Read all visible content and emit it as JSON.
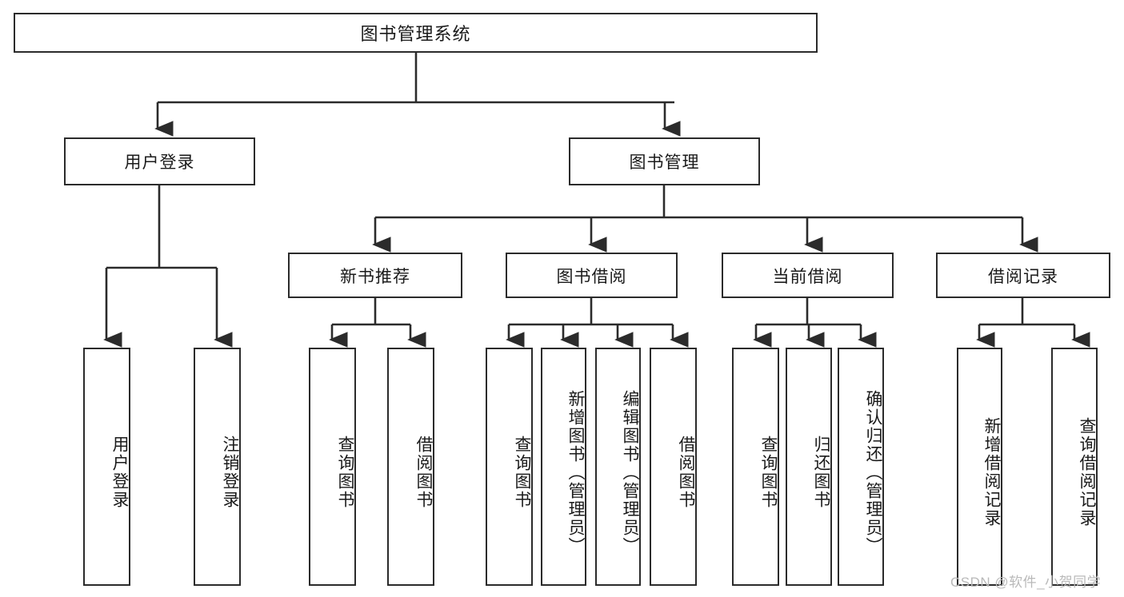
{
  "diagram": {
    "type": "tree-hierarchy",
    "title": "图书管理系统",
    "orientation": "top-down",
    "colors": {
      "stroke": "#2b2b2b",
      "fill": "#ffffff",
      "text": "#1a1a1a",
      "watermark": "#b9b9b9"
    },
    "watermark": "CSDN @软件_小贺同学"
  },
  "nodes": {
    "root": {
      "label": "图书管理系统",
      "level": 1
    },
    "level2": [
      {
        "id": "user-login",
        "label": "用户登录"
      },
      {
        "id": "book-manage",
        "label": "图书管理"
      }
    ],
    "level3": [
      {
        "id": "new-book-recommend",
        "label": "新书推荐",
        "parent": "book-manage"
      },
      {
        "id": "book-borrow",
        "label": "图书借阅",
        "parent": "book-manage"
      },
      {
        "id": "current-borrow",
        "label": "当前借阅",
        "parent": "book-manage"
      },
      {
        "id": "borrow-record",
        "label": "借阅记录",
        "parent": "book-manage"
      }
    ],
    "leaves": [
      {
        "id": "leaf-user-login",
        "label": "用户登录",
        "parent": "user-login"
      },
      {
        "id": "leaf-user-logout",
        "label": "注销登录",
        "parent": "user-login"
      },
      {
        "id": "leaf-query-book-1",
        "label": "查询图书",
        "parent": "new-book-recommend"
      },
      {
        "id": "leaf-borrow-book-1",
        "label": "借阅图书",
        "parent": "new-book-recommend"
      },
      {
        "id": "leaf-query-book-2",
        "label": "查询图书",
        "parent": "book-borrow"
      },
      {
        "id": "leaf-add-book",
        "label": "新增图书（管理员）",
        "parent": "book-borrow"
      },
      {
        "id": "leaf-edit-book",
        "label": "编辑图书（管理员）",
        "parent": "book-borrow"
      },
      {
        "id": "leaf-borrow-book-2",
        "label": "借阅图书",
        "parent": "book-borrow"
      },
      {
        "id": "leaf-query-book-3",
        "label": "查询图书",
        "parent": "current-borrow"
      },
      {
        "id": "leaf-return-book",
        "label": "归还图书",
        "parent": "current-borrow"
      },
      {
        "id": "leaf-confirm-return",
        "label": "确认归还（管理员）",
        "parent": "current-borrow"
      },
      {
        "id": "leaf-add-record",
        "label": "新增借阅记录",
        "parent": "borrow-record"
      },
      {
        "id": "leaf-query-record",
        "label": "查询借阅记录",
        "parent": "borrow-record"
      }
    ]
  }
}
